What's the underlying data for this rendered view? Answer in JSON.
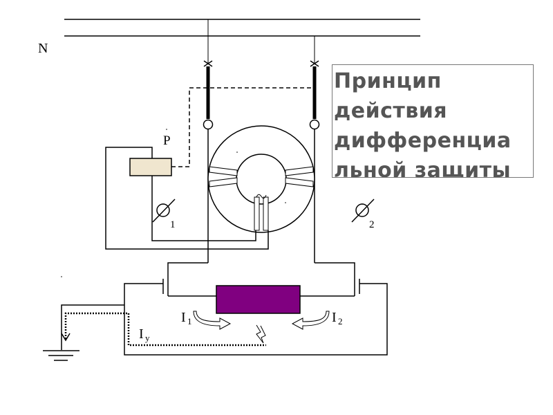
{
  "labels": {
    "neutral": "N",
    "relay": "Р",
    "ct1": "1",
    "ct2": "2",
    "current1_main": "I",
    "current1_sub": "1",
    "current2_main": "I",
    "current2_sub": "2",
    "leakage_main": "I",
    "leakage_sub": "у"
  },
  "title": {
    "line1": "Принцип",
    "line2": "действия",
    "line3": "дифференциа",
    "line4": "льной защиты"
  },
  "colors": {
    "load": "#800080",
    "relay_fill": "#f0e6cf",
    "title_text": "#555555"
  }
}
